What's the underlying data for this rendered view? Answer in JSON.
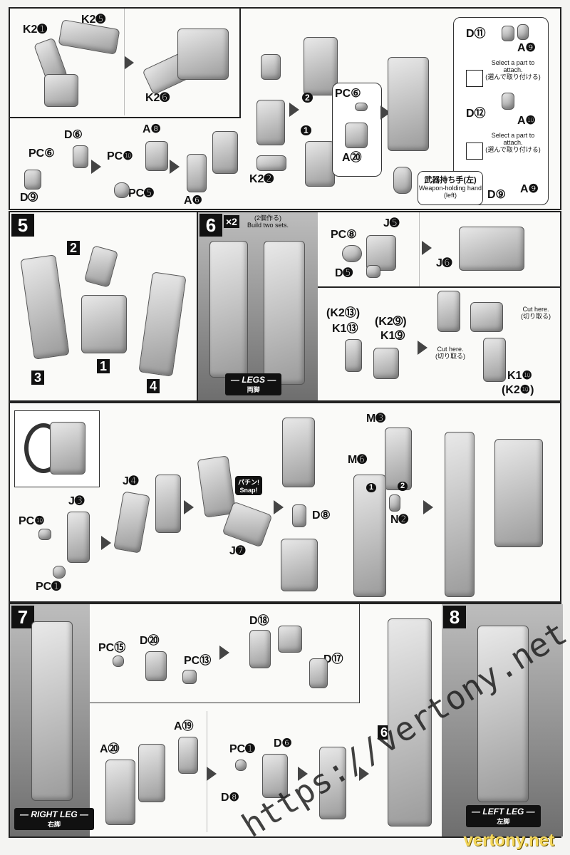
{
  "row1": {
    "k2_1": "K2➊",
    "k2_5": "K2➎",
    "k2_6": "K2➏",
    "d11": "D⑥",
    "pc11a": "PC⑥",
    "d9": "D➈",
    "a30": "A❽",
    "pc10a": "PC❿",
    "pc5": "PC➎",
    "a29": "A❻",
    "k2_2": "K2➋",
    "pc11b": "PC⑥",
    "a26": "A⑳",
    "n1": "1",
    "n2": "2",
    "d19": "D⑪",
    "a32": "A❾",
    "select1": "Select a part to attach.",
    "select1_jp": "(選んで取り付ける)",
    "d20": "D⑫",
    "a33": "A❿",
    "select2": "Select a part to attach.",
    "select2_jp": "(選んで取り付ける)",
    "weapon_jp": "武器持ち手(左)",
    "weapon_en": "Weapon-holding hand (left)",
    "d17": "D⑨",
    "a32b": "A❾"
  },
  "row2": {
    "step5": "5",
    "part2": "2",
    "part1": "1",
    "part3": "3",
    "part4": "4",
    "step6": "6",
    "x2": "×2",
    "twosets_jp": "(2個作る)",
    "twosets_en": "Build two sets.",
    "legs": "— LEGS —",
    "legs_jp": "両脚",
    "pc8": "PC⑧",
    "j5": "J➎",
    "d5": "D➎",
    "j6": "J➏",
    "k2_12": "(K2⑬)",
    "k1_12": "K1⑬",
    "k2_9": "(K2➈)",
    "k1_9": "K1➈",
    "cut1": "Cut here.",
    "cut1_jp": "(切り取る)",
    "cut2": "Cut here.",
    "cut2_jp": "(切り取る)",
    "k1_10": "K1❿",
    "k2_10": "(K2❿)"
  },
  "row3": {
    "j3": "J➌",
    "pc10": "PC❿",
    "pc1": "PC➊",
    "j4": "J➍",
    "snap_jp": "パチン!",
    "snap": "Snap!",
    "j7": "J➐",
    "d8": "D⑧",
    "m3": "M➌",
    "m6": "M➏",
    "n1": "1",
    "n2": "2",
    "n2b": "N➋"
  },
  "row4": {
    "step7": "7",
    "pc15": "PC⑮",
    "d25": "D⑳",
    "pc12": "PC⑬",
    "d23": "D⑱",
    "d22": "D⑰",
    "a24": "A⑲",
    "a25": "A⑳",
    "pc1": "PC➊",
    "d29": "D❻",
    "d30": "D❽",
    "n6": "6",
    "right_leg": "— RIGHT LEG —",
    "right_leg_jp": "右脚",
    "step8": "8",
    "left_leg": "— LEFT LEG —",
    "left_leg_jp": "左脚"
  },
  "watermark": "https://vertony.net",
  "corner_watermark": "vertony.net"
}
